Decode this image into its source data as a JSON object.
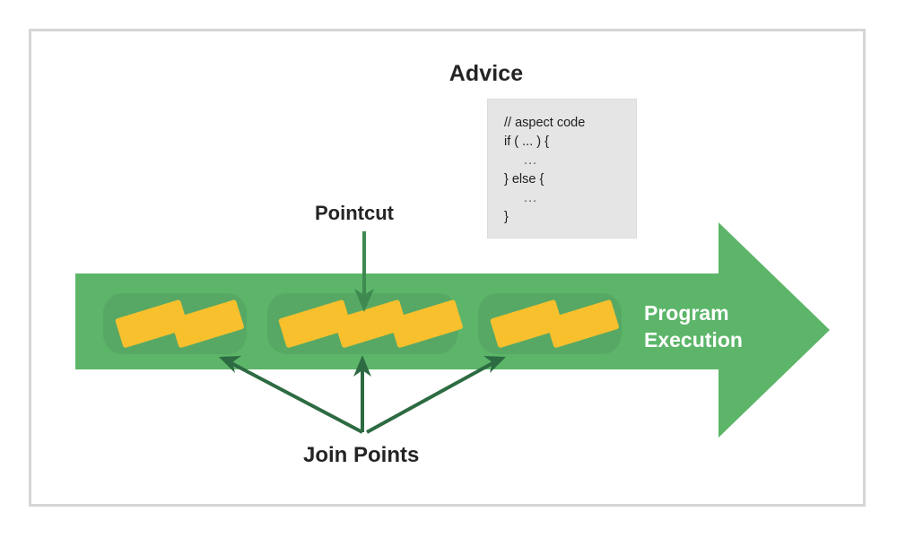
{
  "diagram": {
    "title_advice": "Advice",
    "label_pointcut": "Pointcut",
    "label_joinpoints": "Join Points",
    "program_execution_line1": "Program",
    "program_execution_line2": "Execution",
    "advice_code": {
      "line1": "// aspect code",
      "line2": "if ( ... ) {",
      "line3": "...",
      "line4": "} else {",
      "line5": "...",
      "line6": "}"
    },
    "colors": {
      "arrow_green": "#5cb569",
      "group_green": "#57a864",
      "joinpoint_yellow": "#f8c02d",
      "pointer_dark_green": "#2d6b42",
      "pointcut_arrow_green": "#3f8a51",
      "frame_gray": "#d6d6d6",
      "code_panel_gray": "#e5e5e5",
      "text_dark": "#242424",
      "text_white": "#ffffff"
    },
    "groups": [
      {
        "name": "group-1",
        "joinpoint_count": 2
      },
      {
        "name": "group-2",
        "joinpoint_count": 3
      },
      {
        "name": "group-3",
        "joinpoint_count": 2
      }
    ]
  }
}
